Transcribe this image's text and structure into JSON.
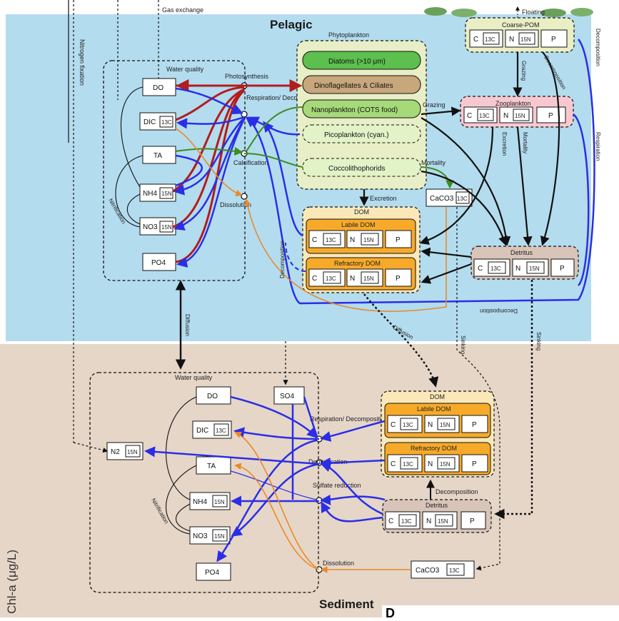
{
  "labels": {
    "pelagic": "Pelagic",
    "sediment": "Sediment",
    "gas_exchange": "Gas exchange",
    "nitrogen_fixation": "Nitrogen fixation",
    "floating": "Floating",
    "phytoplankton": "Phytoplankton",
    "water_quality": "Water quality",
    "photosynthesis": "Photosynthesis",
    "respiration_decomposition": "Respiration/ Decomposition",
    "calcification": "Calcification",
    "dissolution": "Dissolution",
    "nitrification": "Nitrification",
    "excretion": "Excretion",
    "mortality": "Mortality",
    "grazing": "Grazing",
    "decomposition": "Decomposition",
    "respiration": "Respiration",
    "diffusion": "Diffusion",
    "sinking": "Sinking",
    "denitrification": "Denitrification",
    "sulfate_reduction": "Sulfate reduction",
    "y_axis": "Chl-a (μg/L)"
  },
  "phyto": [
    "Diatoms (>10 μm)",
    "Dinoflagellates & Ciliates",
    "Nanoplankton (COTS food)",
    "Picoplankton (cyan.)",
    "Coccolithophorids"
  ],
  "pelagic_wq": [
    "DO",
    "DIC",
    "TA",
    "NH4",
    "NO3",
    "PO4"
  ],
  "sediment_wq": [
    "DO",
    "SO4",
    "DIC",
    "N2",
    "TA",
    "NH4",
    "NO3",
    "PO4"
  ],
  "boxes": {
    "coarse_pom": "Coarse-POM",
    "zooplankton": "Zooplankton",
    "dom": "DOM",
    "labile_dom": "Labile DOM",
    "refractory_dom": "Refractory DOM",
    "detritus": "Detritus",
    "caco3": "CaCO3"
  },
  "elements": {
    "c": "C",
    "c13": "13C",
    "n": "N",
    "n15": "15N",
    "p": "P"
  },
  "partial_letter": "D",
  "colors": {
    "pelagic_bg": "#b3dcef",
    "sediment_bg": "#e6d6c8",
    "blue_flow": "#2a2ee6",
    "red_flow": "#b31c1c",
    "green_flow": "#3c8c1e",
    "orange_flow": "#e88a2a",
    "black_flow": "#111111"
  }
}
